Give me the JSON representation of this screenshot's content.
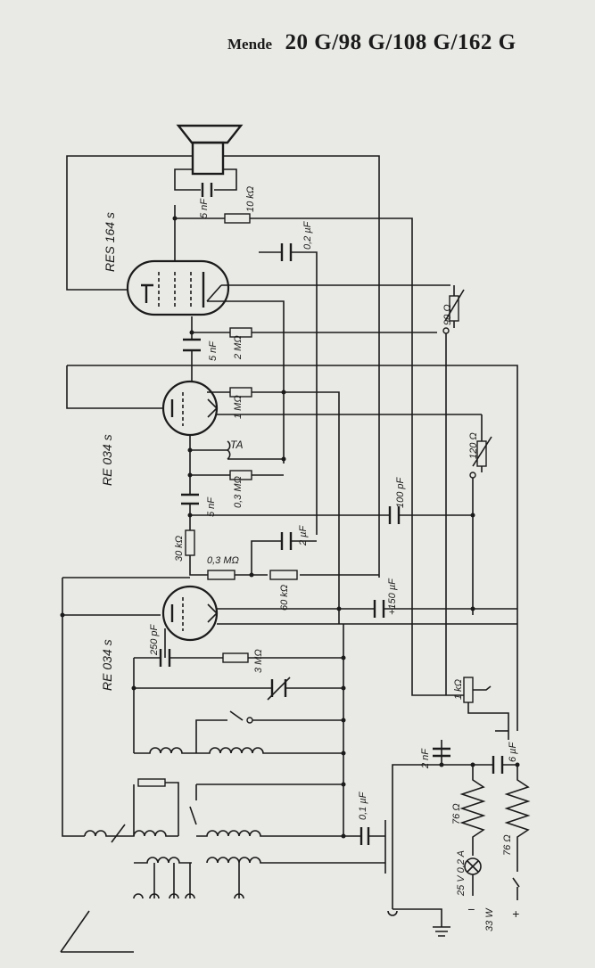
{
  "header": {
    "brand": "Mende",
    "models": "20 G/98 G/108 G/162 G"
  },
  "tubes": {
    "output": "RES 164 s",
    "detector": "RE 034 s",
    "rf": "RE 034 s"
  },
  "components": {
    "c_5nF_speaker": "5 nF",
    "r_10k": "10 kΩ",
    "c_02uF": "0,2 µF",
    "r_90": "90 Ω",
    "c_5nF_a": "5 nF",
    "r_2M": "2 MΩ",
    "r_1M": "1 MΩ",
    "r_120": "120 Ω",
    "choke_TA": "TA",
    "c_5nF_b": "5 nF",
    "r_03M_a": "0,3 MΩ",
    "c_100pF": "100 pF",
    "c_2uF": "2 µF",
    "r_30k": "30 kΩ",
    "r_03M_b": "0,3 MΩ",
    "r_60k": "60 kΩ",
    "c_150uF": "+150 µF",
    "c_250pF": "250 pF",
    "r_3M": "3 MΩ",
    "pot_1k": "1 kΩ",
    "c_2nF": "2 nF",
    "c_6uF": "6 µF",
    "c_01uF": "0,1 µF",
    "r_76_a": "76 Ω",
    "r_76_b": "76 Ω",
    "lamp": "25 V 0,2 A",
    "power": "33 W"
  },
  "terminals": {
    "minus": "−",
    "plus": "+"
  }
}
